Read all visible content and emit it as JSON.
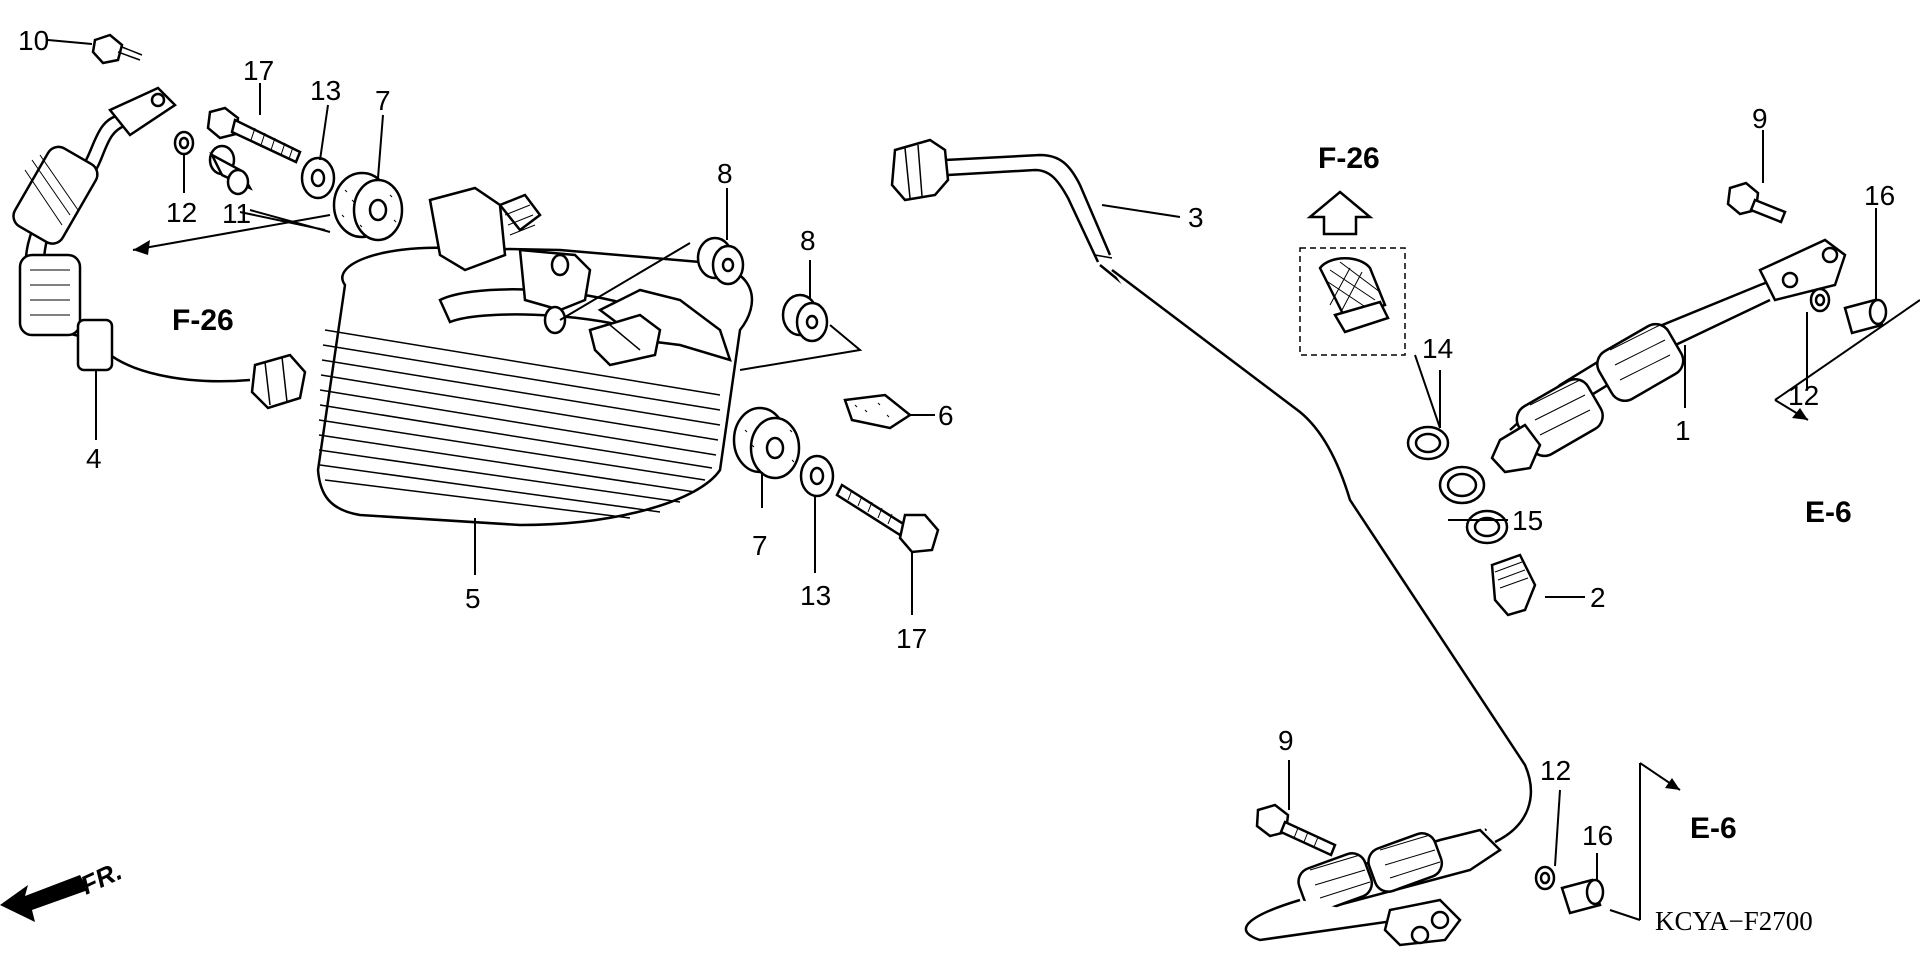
{
  "callouts": {
    "c1": "1",
    "c2": "2",
    "c3": "3",
    "c4": "4",
    "c5": "5",
    "c6": "6",
    "c7a": "7",
    "c7b": "7",
    "c8a": "8",
    "c8b": "8",
    "c9a": "9",
    "c9b": "9",
    "c10": "10",
    "c11": "11",
    "c12a": "12",
    "c12b": "12",
    "c12c": "12",
    "c13a": "13",
    "c13b": "13",
    "c14": "14",
    "c15": "15",
    "c16a": "16",
    "c16b": "16",
    "c17a": "17",
    "c17b": "17"
  },
  "refs": {
    "f26_left": "F-26",
    "f26_top": "F-26",
    "e6_right": "E-6",
    "e6_bottom": "E-6"
  },
  "front_label": "FR.",
  "diagram_code": "KCYA−F2700"
}
